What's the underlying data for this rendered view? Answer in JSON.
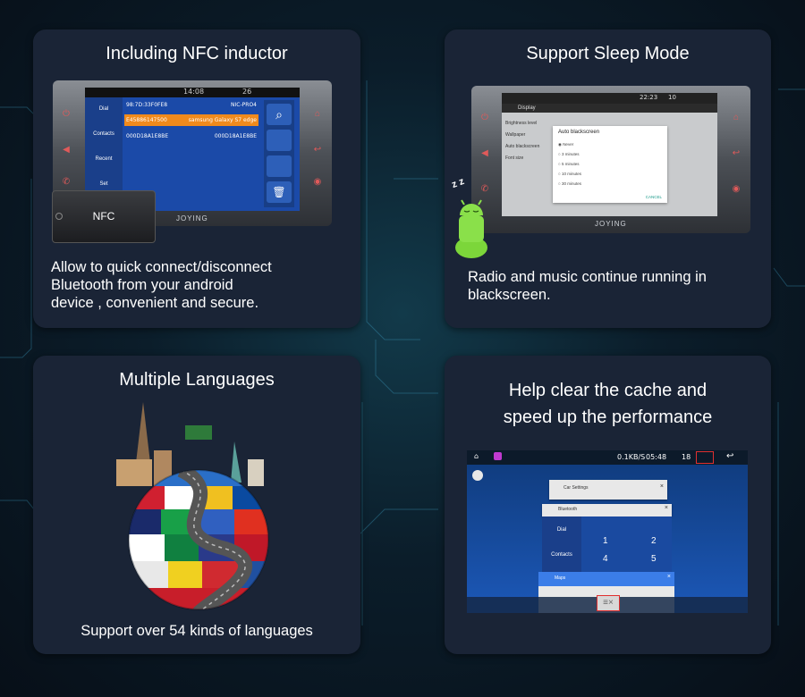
{
  "cards": {
    "nfc": {
      "title": "Including NFC inductor",
      "description_lines": [
        "Allow to quick connect/disconnect",
        "Bluetooth from your android",
        "device , convenient and secure."
      ],
      "status_time": "14:08",
      "status_volume": "26",
      "device_rows": [
        {
          "left": "98:7D:33F0FE8",
          "right": "NIC-PRO4"
        },
        {
          "left": "E45886147500",
          "right": "samsung Galaxy S7 edge"
        },
        {
          "left": "000D18A1E8BE",
          "right": "000D18A1E8BE"
        }
      ],
      "nav": [
        "Dial",
        "Contacts",
        "Recent",
        "Set"
      ],
      "brand": "JOYING",
      "nfc_label": "NFC"
    },
    "sleep": {
      "title": "Support Sleep Mode",
      "description_lines": [
        "Radio and music continue running in",
        "blackscreen."
      ],
      "status_time": "22:23",
      "status_volume": "10",
      "screen_title": "Display",
      "settings": [
        "Brightness level",
        "Wallpaper",
        "Auto blackscreen",
        "Font size"
      ],
      "dialog_title": "Auto blackscreen",
      "dialog_options": [
        "Never",
        "3 minutes",
        "5 minutes",
        "10 minutes",
        "30 minutes"
      ],
      "dialog_cancel": "CANCEL",
      "brand": "JOYING",
      "sleep_z": "z z"
    },
    "languages": {
      "title": "Multiple Languages",
      "description": "Support over 54 kinds of languages"
    },
    "cache": {
      "title_lines": [
        "Help clear the cache and",
        "speed up the performance"
      ],
      "status_speed": "0.1KB/S",
      "status_time": "05:48",
      "status_volume": "18",
      "recent_cards": [
        "Car Settings",
        "Bluetooth",
        "Maps"
      ],
      "dial_nav": [
        "Dial",
        "Contacts"
      ],
      "dial_keys": [
        "1",
        "2",
        "4",
        "5"
      ]
    }
  },
  "colors": {
    "card_bg": "#1a2436",
    "accent_red": "#e05a5a",
    "screen_blue": "#1c58b8",
    "highlight_orange": "#f08a1c"
  }
}
